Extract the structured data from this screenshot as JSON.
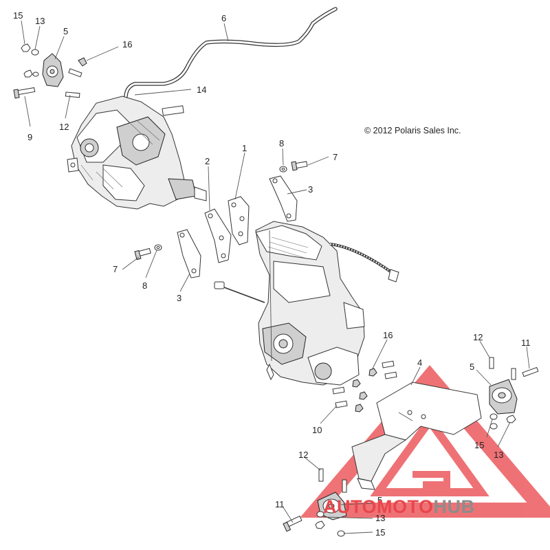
{
  "copyright": "© 2012 Polaris Sales Inc.",
  "callouts": [
    {
      "id": "c15a",
      "label": "15"
    },
    {
      "id": "c13a",
      "label": "13"
    },
    {
      "id": "c5a",
      "label": "5"
    },
    {
      "id": "c16a",
      "label": "16"
    },
    {
      "id": "c9",
      "label": "9"
    },
    {
      "id": "c12a",
      "label": "12"
    },
    {
      "id": "c6",
      "label": "6"
    },
    {
      "id": "c14",
      "label": "14"
    },
    {
      "id": "c1",
      "label": "1"
    },
    {
      "id": "c2",
      "label": "2"
    },
    {
      "id": "c8a",
      "label": "8"
    },
    {
      "id": "c7a",
      "label": "7"
    },
    {
      "id": "c3a",
      "label": "3"
    },
    {
      "id": "c7b",
      "label": "7"
    },
    {
      "id": "c8b",
      "label": "8"
    },
    {
      "id": "c3b",
      "label": "3"
    },
    {
      "id": "c16b",
      "label": "16"
    },
    {
      "id": "c4",
      "label": "4"
    },
    {
      "id": "c12b",
      "label": "12"
    },
    {
      "id": "c11a",
      "label": "11"
    },
    {
      "id": "c5b",
      "label": "5"
    },
    {
      "id": "c10",
      "label": "10"
    },
    {
      "id": "c15b",
      "label": "15"
    },
    {
      "id": "c13b",
      "label": "13"
    },
    {
      "id": "c12c",
      "label": "12"
    },
    {
      "id": "c11b",
      "label": "11"
    },
    {
      "id": "c5c",
      "label": "5"
    },
    {
      "id": "c13c",
      "label": "13"
    },
    {
      "id": "c15c",
      "label": "15"
    }
  ],
  "watermark": {
    "part1": "AUTO",
    "part2": "MOTO",
    "part3": "HUB",
    "accent_color": "#e8464b",
    "secondary_color": "#8c8c8c"
  }
}
